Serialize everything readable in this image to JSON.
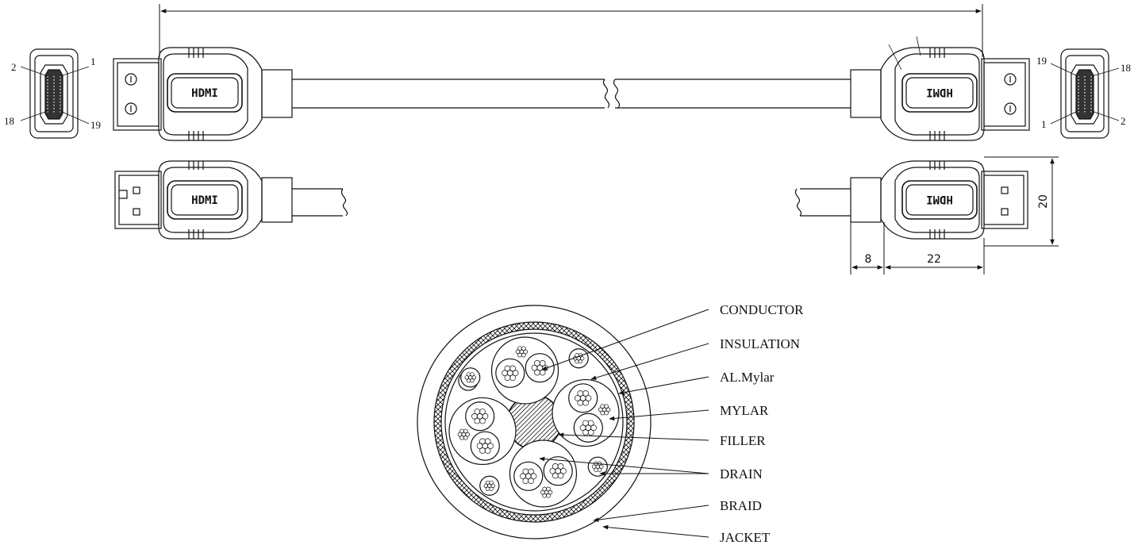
{
  "logo_text": "HDMI",
  "pin_labels": {
    "left_end": [
      "2",
      "1",
      "18",
      "19"
    ],
    "right_end": [
      "19",
      "18",
      "1",
      "2"
    ]
  },
  "dimensions": {
    "height": "20",
    "neck": "8",
    "body": "22"
  },
  "cross_section_labels": [
    "CONDUCTOR",
    "INSULATION",
    "AL.Mylar",
    "MYLAR",
    "FILLER",
    "DRAIN",
    "BRAID",
    "JACKET"
  ]
}
